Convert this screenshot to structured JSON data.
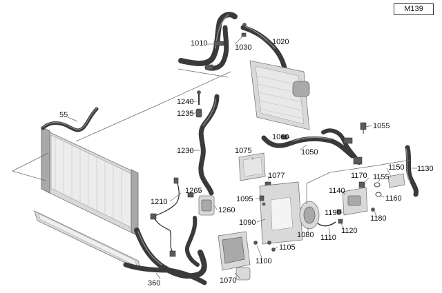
{
  "model_code": "M139",
  "part_labels": {
    "p55": "55",
    "p360": "360",
    "p1010": "1010",
    "p1020": "1020",
    "p1030": "1030",
    "p1050": "1050",
    "p1055": "1055",
    "p1060": "1060",
    "p1070": "1070",
    "p1075": "1075",
    "p1077": "1077",
    "p1080": "1080",
    "p1090": "1090",
    "p1095": "1095",
    "p1100": "1100",
    "p1105": "1105",
    "p1110": "1110",
    "p1120": "1120",
    "p1130": "1130",
    "p1140": "1140",
    "p1150": "1150",
    "p1155": "1155",
    "p1160": "1160",
    "p1170": "1170",
    "p1180": "1180",
    "p1190": "1190",
    "p1210": "1210",
    "p1230": "1230",
    "p1235": "1235",
    "p1240": "1240",
    "p1260": "1260",
    "p1265": "1265"
  }
}
